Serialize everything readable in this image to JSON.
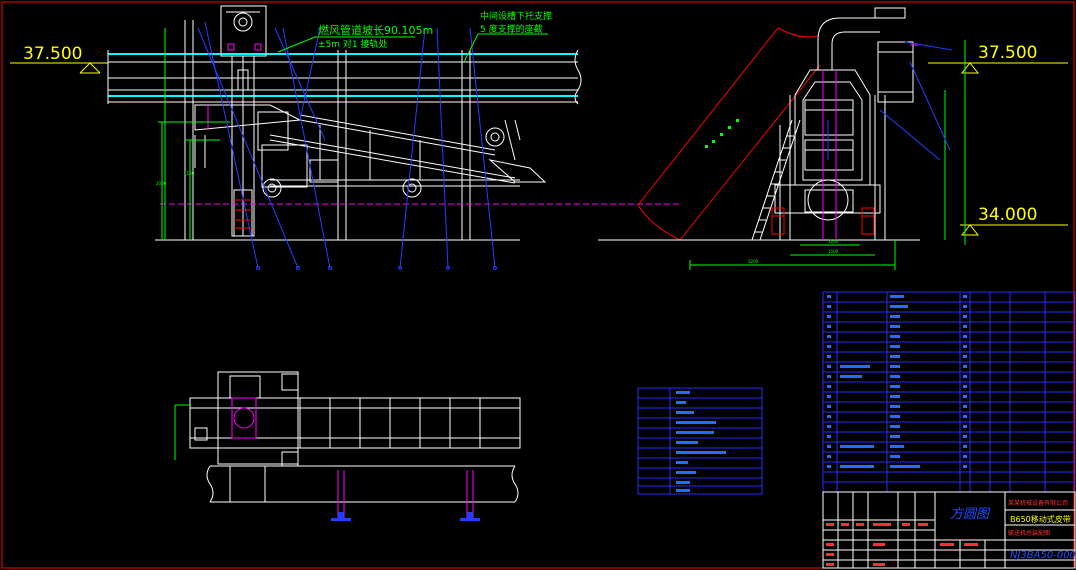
{
  "levels": {
    "left_elev": "37.500",
    "right_top_elev": "37.500",
    "right_bottom_elev": "34.000"
  },
  "notes": {
    "cable_line1": "燃风管道坡长90.105m",
    "cable_line2": "±5m 对1 接轨处",
    "pipe_line1": "中间设槽下托支撑",
    "pipe_line2": "5 度支撑的座截"
  },
  "title_block": {
    "company_logo": "方圆图",
    "project_title": "B650移动式皮带",
    "project_sub": "输送机总装配图",
    "drawing_no": "NJ3BA50-000",
    "header_red": "某某机械设备有限公司"
  },
  "colors": {
    "frame": "#ff0000",
    "structure": "#ffffff",
    "dimension": "#00ff00",
    "leader": "#2040ff",
    "pipe": "#00ffff",
    "level": "#ffff00",
    "hidden": "#ff00ff",
    "table": "#2a2aff"
  }
}
